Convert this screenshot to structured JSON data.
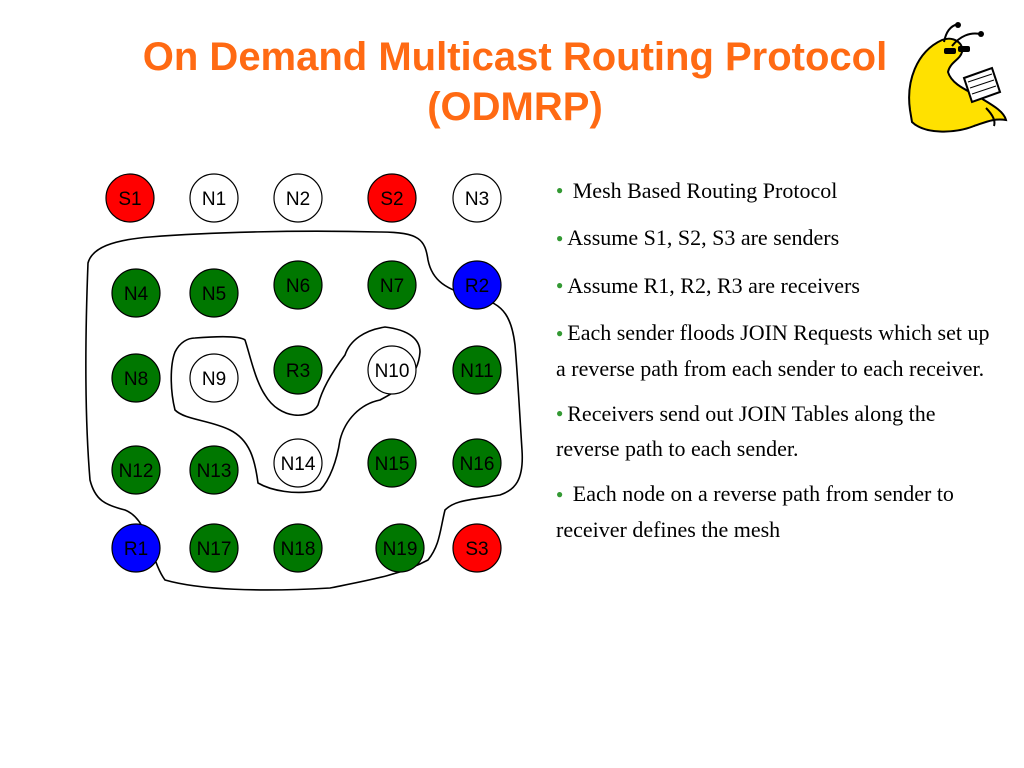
{
  "slide": {
    "title_line1": "On Demand Multicast Routing Protocol",
    "title_line2": "(ODMRP)",
    "mascot_icon": "snail-reading-book-icon",
    "colors": {
      "title": "#ff6a13",
      "sender": "#ff0000",
      "receiver": "#0000ff",
      "forwarding": "#007700",
      "plain": "#ffffff",
      "bullet": "#339933"
    }
  },
  "network": {
    "nodes": [
      {
        "id": "S1",
        "type": "sender"
      },
      {
        "id": "N1",
        "type": "plain"
      },
      {
        "id": "N2",
        "type": "plain"
      },
      {
        "id": "S2",
        "type": "sender"
      },
      {
        "id": "N3",
        "type": "plain"
      },
      {
        "id": "N4",
        "type": "forwarding"
      },
      {
        "id": "N5",
        "type": "forwarding"
      },
      {
        "id": "N6",
        "type": "forwarding"
      },
      {
        "id": "N7",
        "type": "forwarding"
      },
      {
        "id": "R2",
        "type": "receiver"
      },
      {
        "id": "N8",
        "type": "forwarding"
      },
      {
        "id": "N9",
        "type": "plain"
      },
      {
        "id": "R3",
        "type": "forwarding"
      },
      {
        "id": "N10",
        "type": "plain"
      },
      {
        "id": "N11",
        "type": "forwarding"
      },
      {
        "id": "N12",
        "type": "forwarding"
      },
      {
        "id": "N13",
        "type": "forwarding"
      },
      {
        "id": "N14",
        "type": "plain"
      },
      {
        "id": "N15",
        "type": "forwarding"
      },
      {
        "id": "N16",
        "type": "forwarding"
      },
      {
        "id": "R1",
        "type": "receiver"
      },
      {
        "id": "N17",
        "type": "forwarding"
      },
      {
        "id": "N18",
        "type": "forwarding"
      },
      {
        "id": "N19",
        "type": "forwarding"
      },
      {
        "id": "S3",
        "type": "sender"
      }
    ]
  },
  "bullets": [
    " Mesh Based Routing Protocol",
    "Assume S1, S2, S3 are senders",
    "Assume R1, R2, R3 are receivers",
    "Each sender floods JOIN Requests which set up a reverse path from each sender to each receiver.",
    "Receivers send out JOIN Tables along the reverse path to each sender.",
    " Each node on a reverse path from sender to receiver defines the mesh"
  ]
}
